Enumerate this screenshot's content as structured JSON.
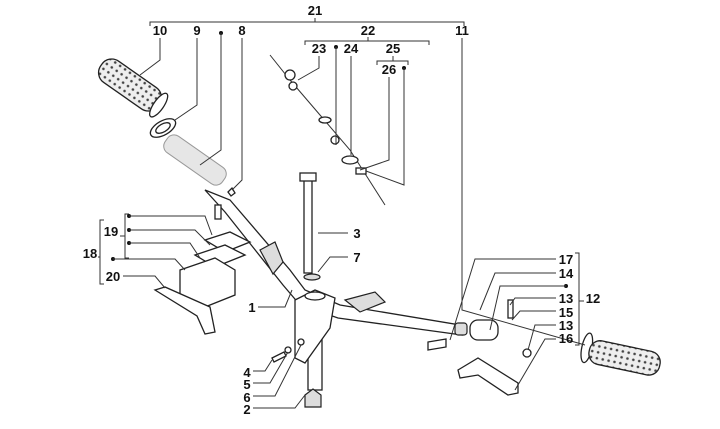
{
  "labels": {
    "l21": "21",
    "l10": "10",
    "l9": "9",
    "l8": "8",
    "l22": "22",
    "l11": "11",
    "l23": "23",
    "l24": "24",
    "l25": "25",
    "l26": "26",
    "l19": "19",
    "l18": "18",
    "l20": "20",
    "l3": "3",
    "l7": "7",
    "l1": "1",
    "l4": "4",
    "l5": "5",
    "l6": "6",
    "l2": "2",
    "l17": "17",
    "l14": "14",
    "l13a": "13",
    "l12": "12",
    "l15": "15",
    "l13b": "13",
    "l16": "16"
  }
}
